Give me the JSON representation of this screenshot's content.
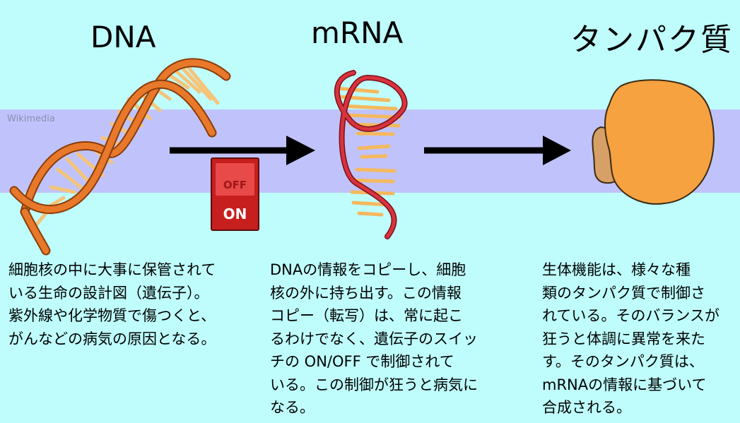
{
  "watermark": "Wikimedia",
  "titles": {
    "dna": "DNA",
    "mrna": "mRNA",
    "protein": "タンパク質"
  },
  "switch": {
    "off": "OFF",
    "on": "ON"
  },
  "descriptions": {
    "dna": [
      "細胞核の中に大事に保管されて",
      "いる生命の設計図（遺伝子）。",
      "紫外線や化学物質で傷つくと、",
      "がんなどの病気の原因となる。"
    ],
    "mrna": [
      "DNAの情報をコピーし、細胞",
      "核の外に持ち出す。この情報",
      "コピー（転写）は、常に起こ",
      "るわけでなく、遺伝子のスイッ",
      "チの ON/OFF で制御されて",
      "いる。この制御が狂うと病気に",
      "なる。"
    ],
    "protein": [
      "生体機能は、様々な種",
      "類のタンパク質で制御さ",
      "れている。そのバランスが",
      "狂うと体調に異常を来た",
      "す。そのタンパク質は、",
      "mRNAの情報に基づいて",
      "合成される。"
    ]
  },
  "colors": {
    "background": "#bffdfd",
    "band": "#c0c3fb",
    "dna_strand": "#e8782a",
    "dna_rungs": "#f5c47a",
    "mrna_strand": "#d8333f",
    "mrna_rungs": "#f5b85e",
    "protein_main": "#f6a240",
    "protein_side": "#d7a066",
    "switch": "#c71e1e"
  }
}
